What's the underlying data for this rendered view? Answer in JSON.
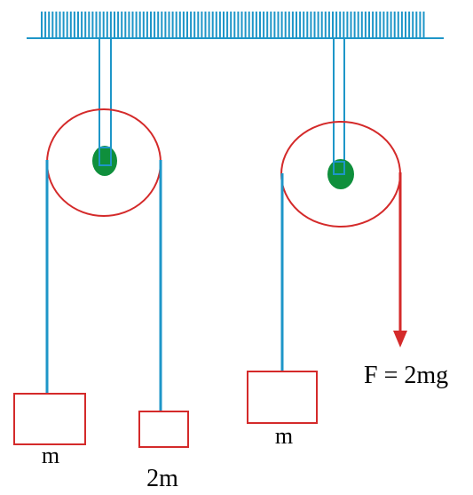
{
  "labels": {
    "mass_left_1": "m",
    "mass_left_2": "2m",
    "mass_right": "m",
    "force": "F = 2mg"
  },
  "colors": {
    "ceiling": "#1e96c8",
    "rope": "#1e96c8",
    "pulley": "#d42a2a",
    "axle": "#0f8f3c",
    "block": "#d42a2a",
    "force_arrow": "#d42a2a",
    "text": "#000000"
  }
}
